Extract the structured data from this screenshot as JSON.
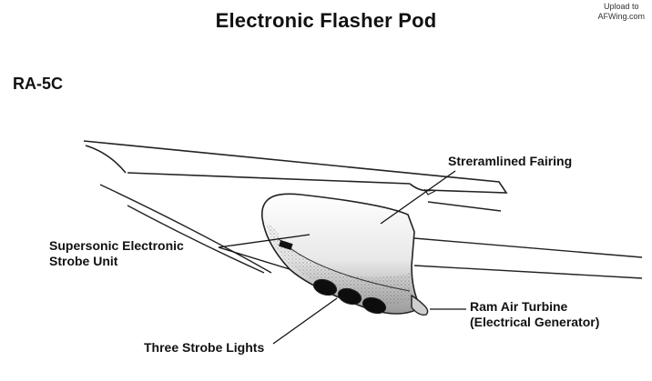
{
  "title": "Electronic Flasher Pod",
  "watermark": {
    "line1": "Upload to",
    "line2": "AFWing.com"
  },
  "aircraft": "RA-5C",
  "labels": {
    "fairing": "Streramlined Fairing",
    "strobe_unit_line1": "Supersonic Electronic",
    "strobe_unit_line2": "Strobe Unit",
    "strobe_lights": "Three Strobe Lights",
    "turbine_line1": "Ram Air Turbine",
    "turbine_line2": "(Electrical Generator)"
  }
}
